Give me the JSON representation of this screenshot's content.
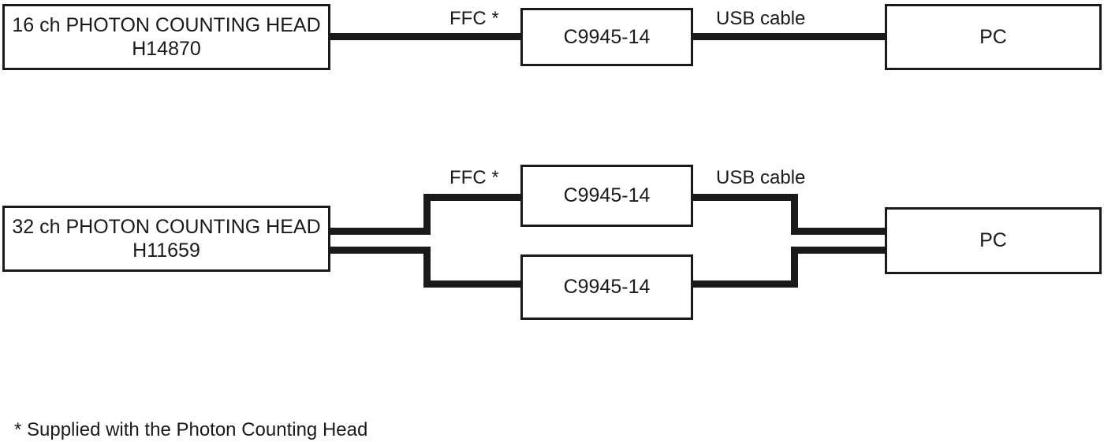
{
  "diagram": {
    "rows": [
      {
        "id": "row-16ch",
        "source": {
          "line1": "16 ch PHOTON COUNTING HEAD",
          "line2": "H14870"
        },
        "units": [
          {
            "label": "C9945-14"
          }
        ],
        "destination": {
          "label": "PC"
        },
        "labels": {
          "input_cable": "FFC *",
          "output_cable": "USB cable"
        }
      },
      {
        "id": "row-32ch",
        "source": {
          "line1": "32 ch PHOTON COUNTING HEAD",
          "line2": "H11659"
        },
        "units": [
          {
            "label": "C9945-14"
          },
          {
            "label": "C9945-14"
          }
        ],
        "destination": {
          "label": "PC"
        },
        "labels": {
          "input_cable": "FFC *",
          "output_cable": "USB cable"
        }
      }
    ],
    "footnote": "* Supplied with the Photon Counting Head",
    "colors": {
      "line": "#1a1a1a",
      "text": "#1a1a1a",
      "background": "#ffffff"
    }
  }
}
